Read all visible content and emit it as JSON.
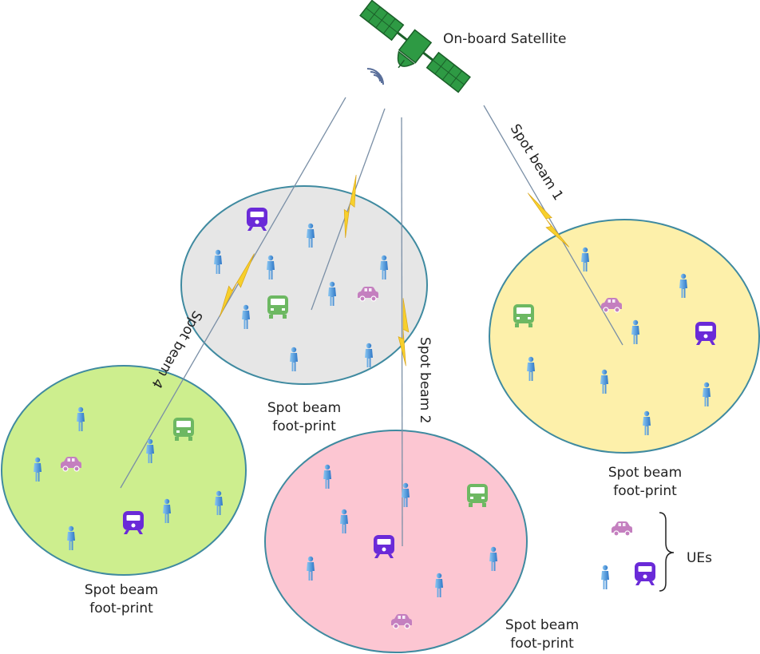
{
  "satellite": {
    "label": "On-board Satellite"
  },
  "beams": [
    {
      "label": "Spot beam 1"
    },
    {
      "label": "Spot beam 2"
    },
    {
      "label": "Spot beam 4"
    }
  ],
  "footprints": [
    {
      "label_line1": "Spot beam",
      "label_line2": "foot-print"
    },
    {
      "label_line1": "Spot beam",
      "label_line2": "foot-print"
    },
    {
      "label_line1": "Spot beam",
      "label_line2": "foot-print"
    },
    {
      "label_line1": "Spot beam",
      "label_line2": "foot-print"
    }
  ],
  "legend": {
    "label": "UEs"
  },
  "colors": {
    "footprint_gray": "#e6e6e6",
    "footprint_green": "#cdee8e",
    "footprint_pink": "#fcc6d2",
    "footprint_yellow": "#fdf0aa",
    "footprint_border": "#3f8aa0",
    "bolt": "#f7d02c",
    "satellite": "#2e9a44",
    "person": "#5aa7e3",
    "car": "#c47fbf",
    "bus": "#6db862",
    "train": "#6a2ad8"
  },
  "icons": {
    "satellite": "satellite-icon",
    "person": "person-icon",
    "car": "car-icon",
    "bus": "bus-icon",
    "train": "train-icon",
    "bolt": "lightning-bolt-icon",
    "brace": "curly-brace-icon"
  }
}
